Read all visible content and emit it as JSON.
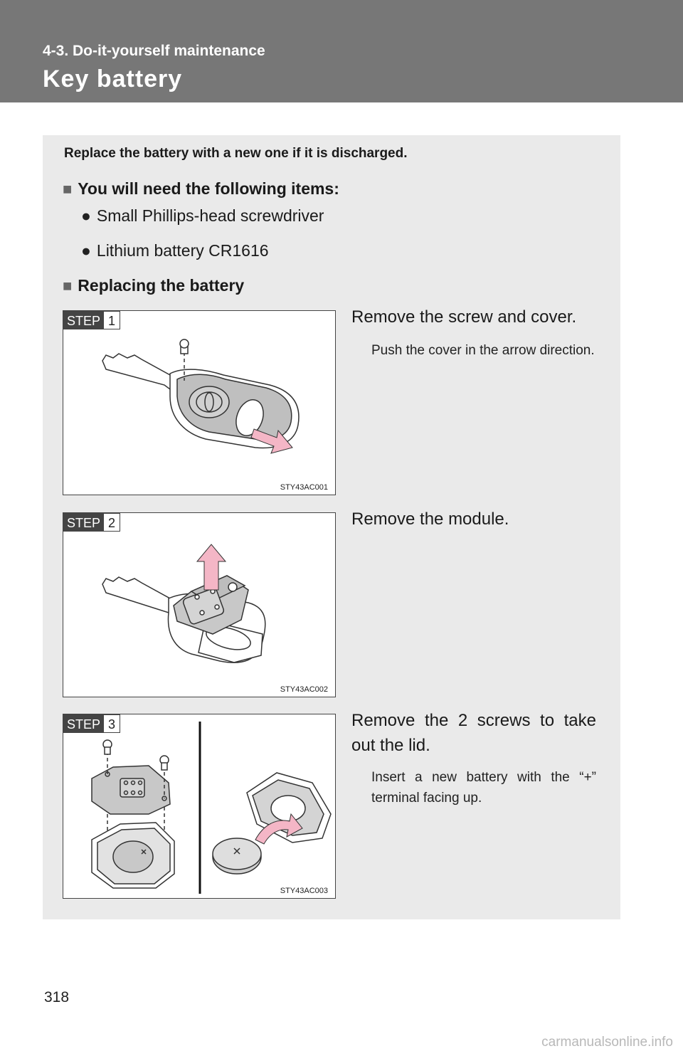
{
  "header": {
    "section": "4-3. Do-it-yourself maintenance",
    "title": "Key battery"
  },
  "intro": "Replace the battery with a new one if it is discharged.",
  "items_section": {
    "heading": "You will need the following items:",
    "items": [
      "Small Phillips-head screwdriver",
      "Lithium battery CR1616"
    ]
  },
  "replacing_section": {
    "heading": "Replacing the battery"
  },
  "steps": [
    {
      "tag": "STEP",
      "number": "1",
      "instruction": "Remove the screw and cover.",
      "note": "Push the cover in the arrow direction.",
      "figure_code": "STY43AC001"
    },
    {
      "tag": "STEP",
      "number": "2",
      "instruction": "Remove the module.",
      "note": "",
      "figure_code": "STY43AC002"
    },
    {
      "tag": "STEP",
      "number": "3",
      "instruction": "Remove the 2 screws to take out the lid.",
      "note": "Insert a new battery with the “+” terminal facing up.",
      "figure_code": "STY43AC003"
    }
  ],
  "page_number": "318",
  "watermark": "carmanualsonline.info",
  "colors": {
    "header_bg": "#777777",
    "panel_bg": "#eaeaea",
    "arrow_pink": "#f4b6c6"
  }
}
